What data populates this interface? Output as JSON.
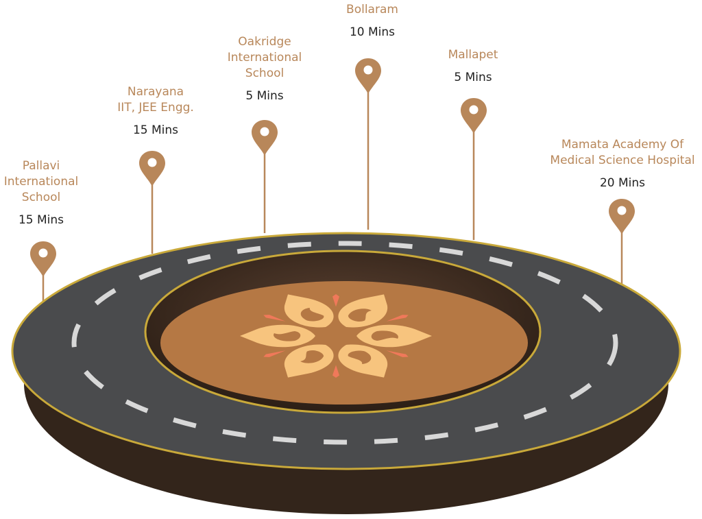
{
  "colors": {
    "accent": "#b8875a",
    "road": "#4a4b4d",
    "soil": "#3b2a1e",
    "disc": "#b57844",
    "logo": "#f7c47e",
    "spark": "#f0795a",
    "edge": "#c9a93a"
  },
  "locations": [
    {
      "id": "pallavi",
      "name_lines": [
        "Pallavi",
        "International",
        "School"
      ],
      "time": "15 Mins"
    },
    {
      "id": "narayana",
      "name_lines": [
        "Narayana",
        "IIT, JEE Engg."
      ],
      "time": "15 Mins"
    },
    {
      "id": "oakridge",
      "name_lines": [
        "Oakridge",
        "International",
        "School"
      ],
      "time": "5 Mins"
    },
    {
      "id": "bollaram",
      "name_lines": [
        "Bollaram"
      ],
      "time": "10 Mins"
    },
    {
      "id": "mallapet",
      "name_lines": [
        "Mallapet"
      ],
      "time": "5 Mins"
    },
    {
      "id": "mamata",
      "name_lines": [
        "Mamata Academy Of",
        "Medical Science Hospital"
      ],
      "time": "20 Mins"
    }
  ]
}
